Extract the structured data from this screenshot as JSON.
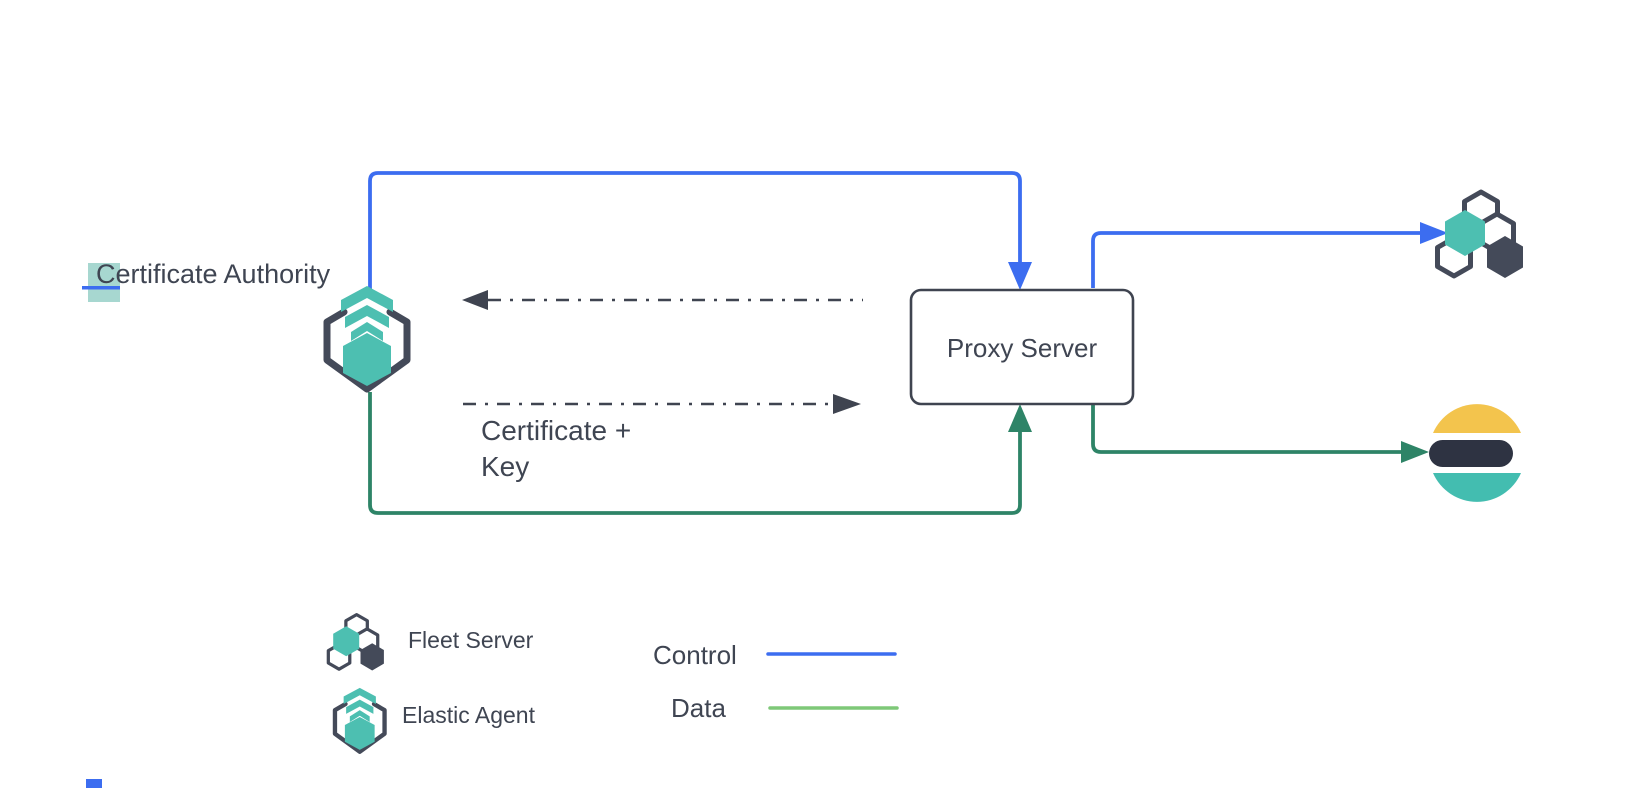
{
  "diagram": {
    "certificate_authority": {
      "label": "Certificate Authority"
    },
    "proxy_server": {
      "label": "Proxy Server"
    },
    "certificate_key_annotation": {
      "line1": "Certificate +",
      "line2": "Key"
    },
    "nodes": [
      {
        "id": "certificate-authority",
        "label": "Certificate Authority",
        "icon": "elastic-agent-icon"
      },
      {
        "id": "proxy-server",
        "label": "Proxy Server"
      },
      {
        "id": "fleet-server",
        "icon": "fleet-server-icon"
      },
      {
        "id": "elasticsearch",
        "icon": "elasticsearch-logo-icon"
      }
    ],
    "edges": [
      {
        "from": "elastic-agent",
        "to": "proxy-server",
        "type": "control"
      },
      {
        "from": "elastic-agent",
        "to": "proxy-server",
        "type": "data"
      },
      {
        "from": "proxy-server",
        "to": "fleet-server",
        "type": "control"
      },
      {
        "from": "proxy-server",
        "to": "elasticsearch",
        "type": "data"
      },
      {
        "from": "proxy-server",
        "to": "elastic-agent",
        "type": "request",
        "style": "dash-dot"
      },
      {
        "from": "elastic-agent",
        "to": "proxy-server",
        "type": "certificate-key",
        "style": "dash-dot",
        "label": "Certificate + Key"
      }
    ]
  },
  "legend": {
    "items": [
      {
        "icon": "fleet-server-icon",
        "label": "Fleet Server"
      },
      {
        "icon": "elastic-agent-icon",
        "label": "Elastic Agent"
      }
    ],
    "lines": [
      {
        "label": "Control",
        "color": "#3c6df0"
      },
      {
        "label": "Data",
        "color": "#7ec878"
      }
    ]
  },
  "colors": {
    "control_blue": "#3c6df0",
    "data_green": "#2e8467",
    "legend_data_green": "#7ec878",
    "teal": "#4dbfb1",
    "elastic_teal": "#43bdb0",
    "elastic_yellow": "#f3c44d",
    "elastic_dark": "#2e3342",
    "dark_slate": "#444a59",
    "ink": "#3f4450",
    "text": "#3f4552",
    "selection_highlight": "#a7d7d0",
    "background": "#ffffff"
  }
}
